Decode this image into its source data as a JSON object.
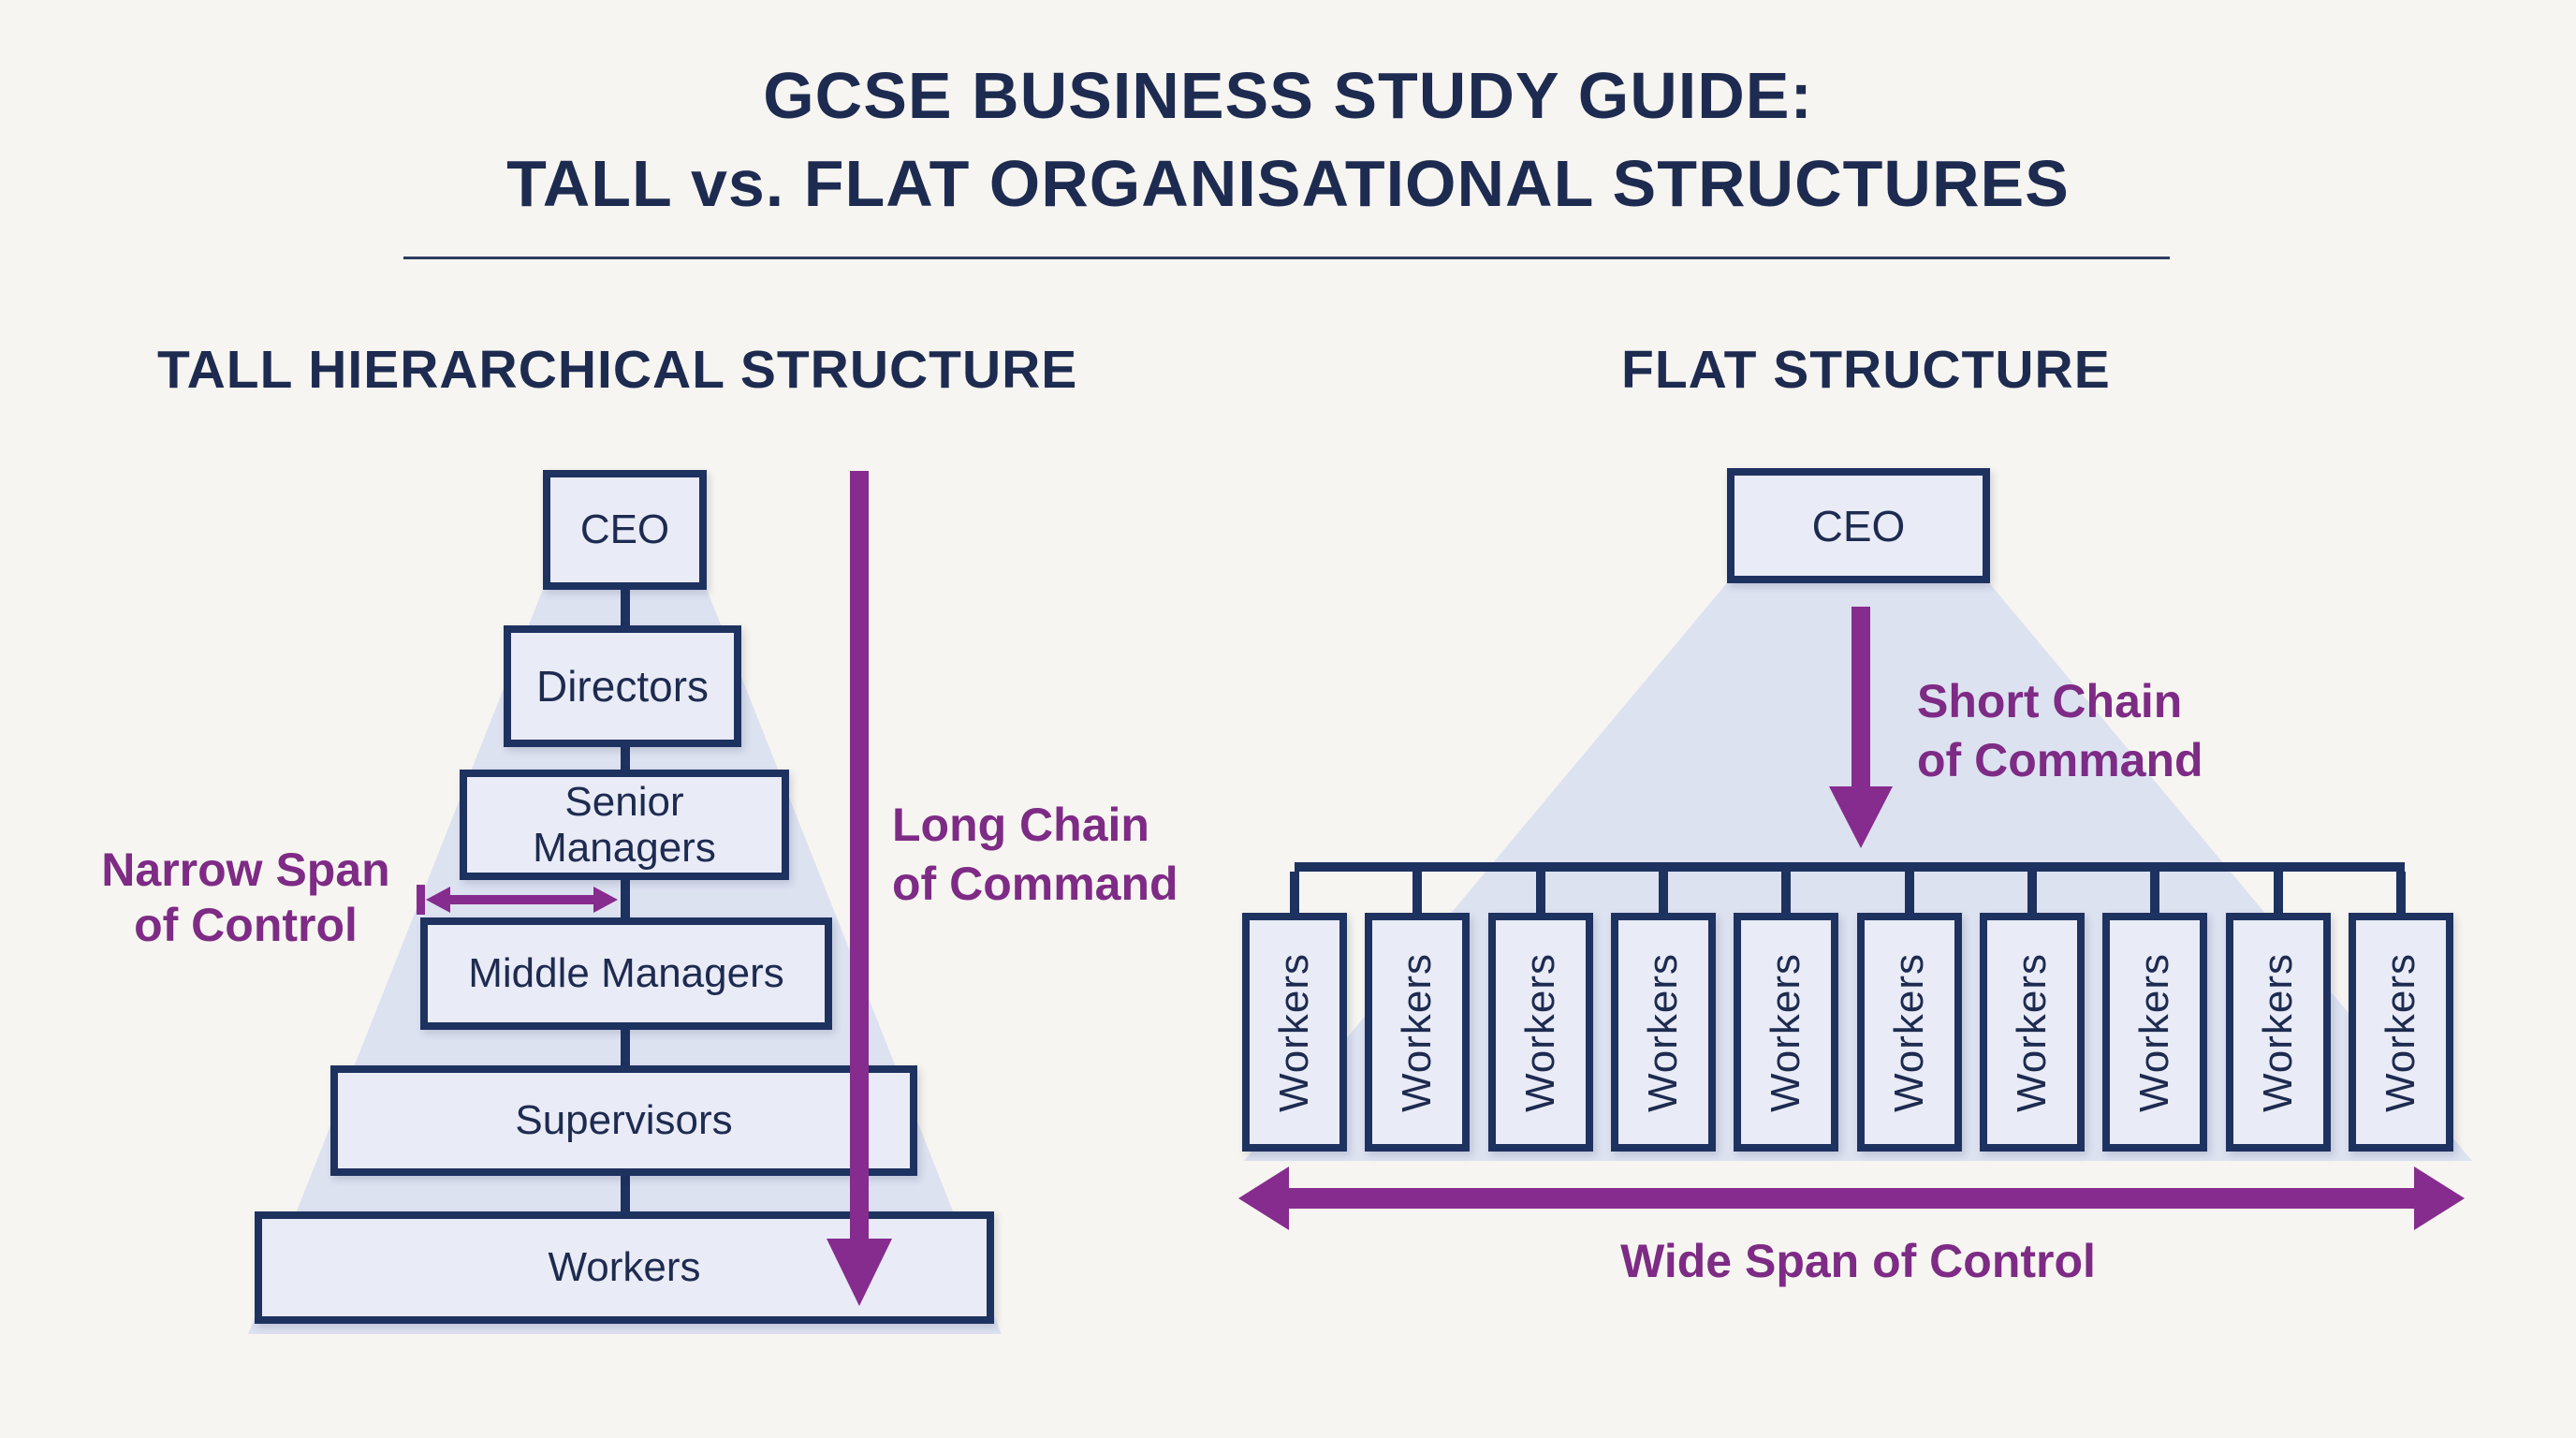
{
  "title": {
    "line1": "GCSE BUSINESS STUDY GUIDE:",
    "line2": "TALL vs. FLAT ORGANISATIONAL STRUCTURES"
  },
  "tall_structure": {
    "heading": "TALL HIERARCHICAL STRUCTURE",
    "levels": [
      "CEO",
      "Directors",
      "Senior Managers",
      "Middle Managers",
      "Supervisors",
      "Workers"
    ],
    "narrow_span_label": {
      "line1": "Narrow Span",
      "line2": "of Control"
    },
    "long_chain_label": {
      "line1": "Long Chain",
      "line2": "of Command"
    }
  },
  "flat_structure": {
    "heading": "FLAT STRUCTURE",
    "top_level": "CEO",
    "worker_label": "Workers",
    "worker_count": 10,
    "short_chain_label": {
      "line1": "Short Chain",
      "line2": "of Command"
    },
    "wide_span_label": "Wide Span of Control"
  },
  "colors": {
    "background": "#f7f5f1",
    "navy_text": "#1e2b50",
    "navy_border": "#1e3260",
    "box_fill": "#e9ebf6",
    "triangle_fill": "#dde2f1",
    "purple": "#862c8e",
    "purple_text": "#7d2b85"
  }
}
